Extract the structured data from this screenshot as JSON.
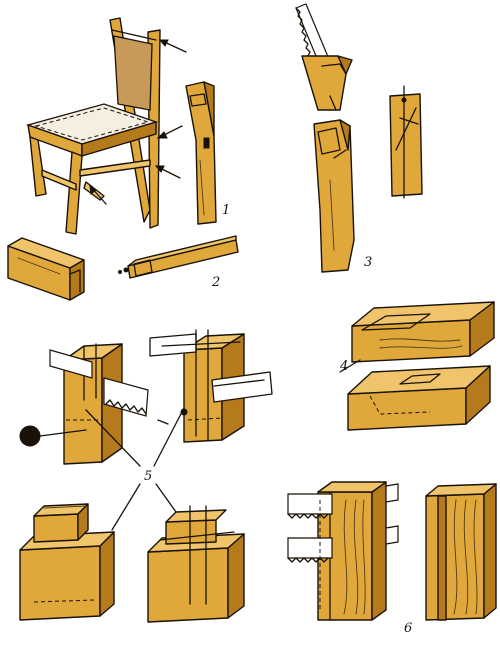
{
  "colors": {
    "wood": "#e0a83a",
    "wood_dark": "#b57a1c",
    "wood_light": "#efc46a",
    "ink": "#1a1208"
  },
  "labels": {
    "l1": "1",
    "l2": "2",
    "l3": "3",
    "l4": "4",
    "l5": "5",
    "l6": "6"
  }
}
